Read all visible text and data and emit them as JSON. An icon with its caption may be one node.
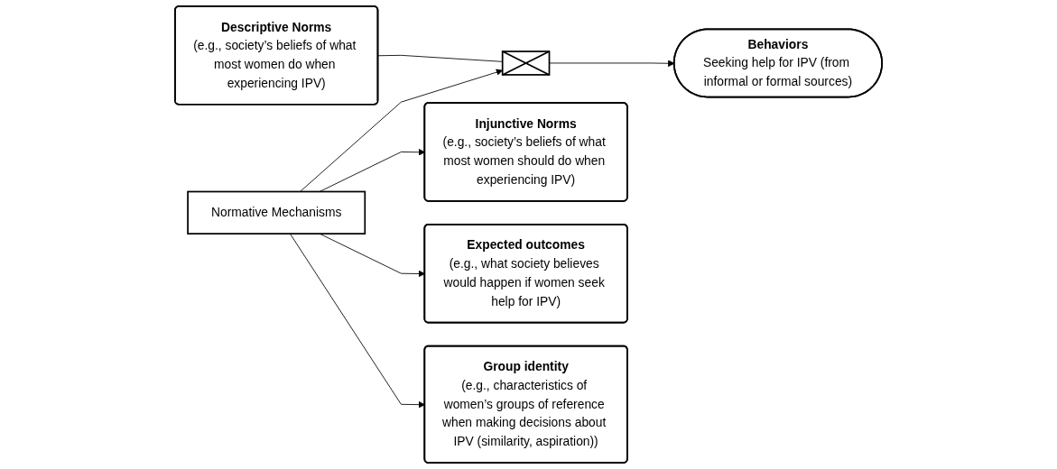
{
  "diagram": {
    "nodes": [
      {
        "text": [
          "Descriptive Norms",
          "(e.g., society’s beliefs of what most women do when experiencing IPV)"
        ]
      },
      {
        "text": [],
        "shape": "box"
      },
      {
        "text": [
          "Behaviors",
          "Seeking help for IPV (from informal or formal sources)"
        ]
      },
      {
        "text": [
          "Normative Mechanisms"
        ]
      },
      {
        "text": [
          "Injunctive Norms",
          "(e.g., society’s beliefs of what most women should do when experiencing IPV)"
        ]
      },
      {
        "text": [
          "Expected outcomes",
          "(e.g., what society believes would happen if women seek help for IPV)"
        ]
      },
      {
        "text": [
          "Group identity",
          "(e.g., characteristics of women’s groups of reference when making decisions about IPV (similarity, aspiration))"
        ]
      }
    ],
    "edges": [
      {
        "from": 0,
        "to": 1,
        "arrow": "none"
      },
      {
        "from": 1,
        "to": 2,
        "arrow": "to"
      },
      {
        "from": 3,
        "to": 1,
        "arrow": "to"
      },
      {
        "from": 3,
        "to": 4,
        "arrow": "to"
      },
      {
        "from": 3,
        "to": 5,
        "arrow": "to"
      },
      {
        "from": 3,
        "to": 6,
        "arrow": "to"
      }
    ]
  }
}
